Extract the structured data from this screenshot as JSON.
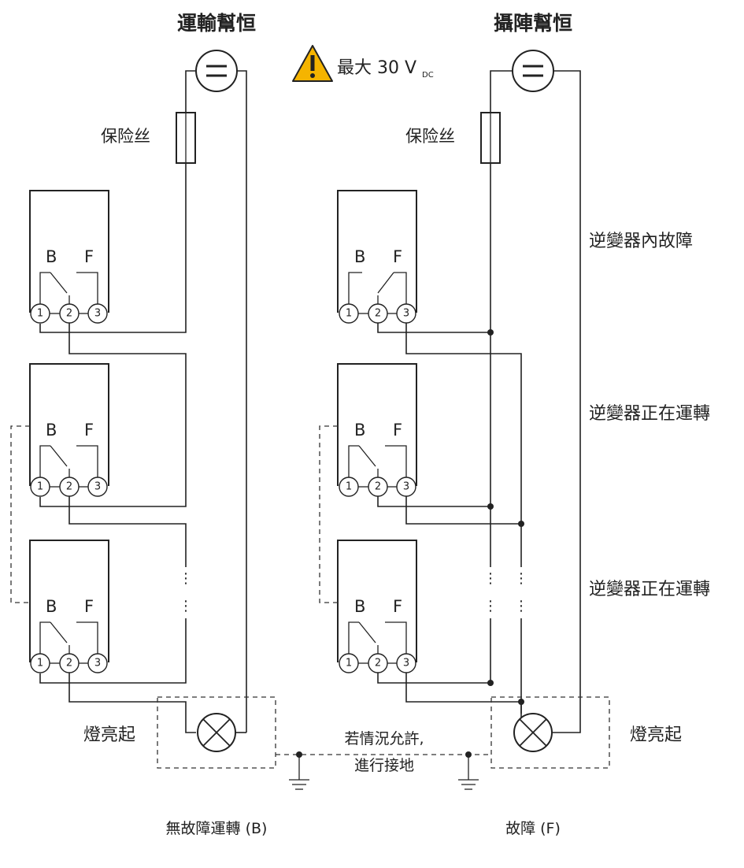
{
  "titles": {
    "left": "運輸幫恒",
    "right": "攝陣幫恒"
  },
  "warning": {
    "text": "最大 30 V",
    "subscript": "DC",
    "color": "#f5b400"
  },
  "fuse_label": "保险丝",
  "inverter": {
    "contact_b": "B",
    "contact_f": "F",
    "terminals": [
      "1",
      "2",
      "3"
    ]
  },
  "status": {
    "fault_inside": "逆變器內故障",
    "running_1": "逆變器正在運轉",
    "running_2": "逆變器正在運轉"
  },
  "lamp_label": "燈亮起",
  "ground_note": {
    "line1": "若情況允許,",
    "line2": "進行接地"
  },
  "captions": {
    "ok": "無故障運轉 (B)",
    "fault": "故障 (F)"
  }
}
